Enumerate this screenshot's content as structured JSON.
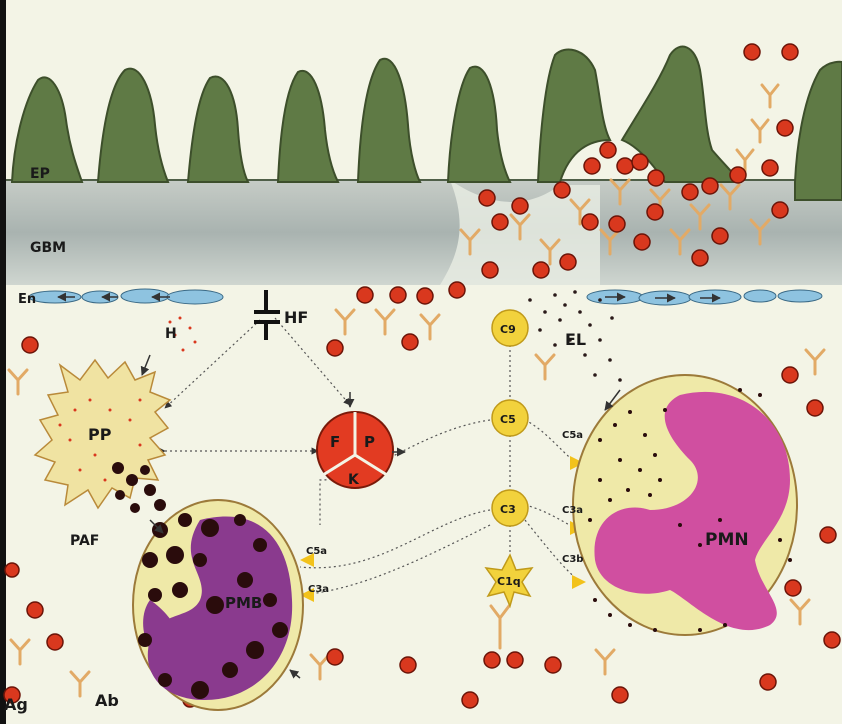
{
  "labels": {
    "ep": "EP",
    "gbm": "GBM",
    "en": "En",
    "h": "H",
    "hf": "HF",
    "pp": "PP",
    "paf": "PAF",
    "pmb": "PMB",
    "pmn": "PMN",
    "el": "EL",
    "ag": "Ag",
    "ab": "Ab",
    "f": "F",
    "p": "P",
    "k": "K",
    "c9": "C9",
    "c5": "C5",
    "c3": "C3",
    "c1q": "C1q",
    "c5a_left": "C5a",
    "c3a_left": "C3a",
    "c5a_right": "C5a",
    "c3a_right": "C3a",
    "c3b_right": "C3b"
  },
  "colors": {
    "background": "#f3f4e6",
    "epithelium": "#5f7a45",
    "gbm": "#b7c1bd",
    "endothelium": "#8ec3e0",
    "antigen": "#d9381e",
    "antibody": "#e2aa66",
    "complement": "#f2d23c",
    "platelet": "#f0e3a2",
    "cell_body": "#efe9a8",
    "pmn_nucleus": "#d04fa0",
    "pmb_nucleus": "#8a3a8e",
    "granule": "#2a0c0c",
    "kinin_system": "#e23b22"
  }
}
